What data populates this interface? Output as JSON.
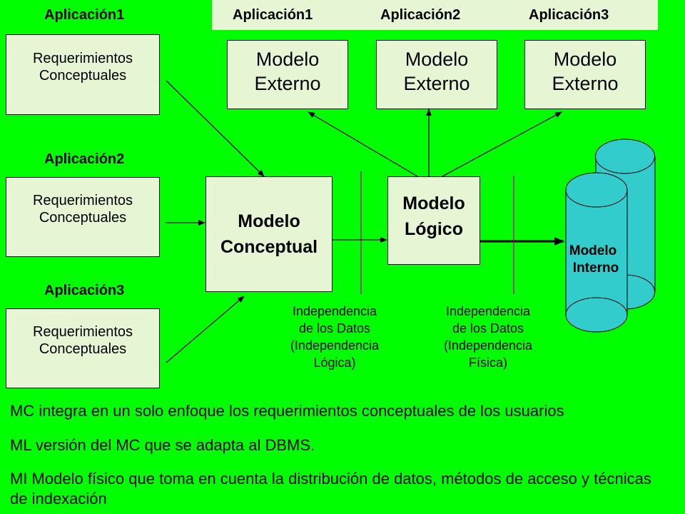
{
  "top_labels": {
    "left_app1": "Aplicación1",
    "banner_app1": "Aplicación1",
    "banner_app2": "Aplicación2",
    "banner_app3": "Aplicación3"
  },
  "side_labels": {
    "app2": "Aplicación2",
    "app3": "Aplicación3"
  },
  "requirements": [
    {
      "line1": "Requerimientos",
      "line2": "Conceptuales"
    },
    {
      "line1": "Requerimientos",
      "line2": "Conceptuales"
    },
    {
      "line1": "Requerimientos",
      "line2": "Conceptuales"
    }
  ],
  "external_models": [
    {
      "line1": "Modelo",
      "line2": "Externo"
    },
    {
      "line1": "Modelo",
      "line2": "Externo"
    },
    {
      "line1": "Modelo",
      "line2": "Externo"
    }
  ],
  "conceptual_model": {
    "line1": "Modelo",
    "line2": "Conceptual"
  },
  "logical_model": {
    "line1": "Modelo",
    "line2": "Lógico"
  },
  "internal_model": {
    "line1": "Modelo",
    "line2": "Interno"
  },
  "independence": [
    {
      "l1": "Independencia",
      "l2": "de los Datos",
      "l3": "(Independencia",
      "l4": "Lógica)"
    },
    {
      "l1": "Independencia",
      "l2": "de los Datos",
      "l3": "(Independencia",
      "l4": "Física)"
    }
  ],
  "notes": [
    "MC integra en un solo enfoque los requerimientos conceptuales de los usuarios",
    "ML versión del MC que se adapta al DBMS.",
    "MI Modelo físico que toma en cuenta la distribución de datos, métodos de acceso y técnicas de indexación"
  ],
  "colors": {
    "background": "#00FF00",
    "box_fill": "#E6F5D4",
    "cylinder_fill": "#33CCCC",
    "divider": "#CC0099"
  }
}
